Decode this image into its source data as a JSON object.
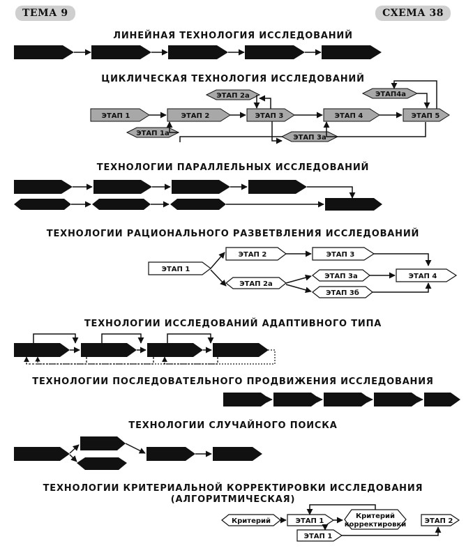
{
  "header": {
    "left": "ТЕМА 9",
    "right": "СХЕМА 38"
  },
  "sections": {
    "linear": {
      "title": "ЛИНЕЙНАЯ ТЕХНОЛОГИЯ ИССЛЕДОВАНИЙ"
    },
    "cyclic": {
      "title": "ЦИКЛИЧЕСКАЯ ТЕХНОЛОГИЯ ИССЛЕДОВАНИЙ",
      "stages": {
        "s1": "ЭТАП 1",
        "s2": "ЭТАП 2",
        "s3": "ЭТАП 3",
        "s4": "ЭТАП 4",
        "s5": "ЭТАП 5",
        "s1a": "ЭТАП 1а",
        "s2a": "ЭТАП 2а",
        "s3a": "ЭТАП 3а",
        "s4a": "ЭТАП4а"
      }
    },
    "parallel": {
      "title": "ТЕХНОЛОГИИ ПАРАЛЛЕЛЬНЫХ ИССЛЕДОВАНИЙ"
    },
    "rational": {
      "title": "ТЕХНОЛОГИИ РАЦИОНАЛЬНОГО РАЗВЕТВЛЕНИЯ ИССЛЕДОВАНИЙ",
      "stages": {
        "s1": "ЭТАП 1",
        "s2": "ЭТАП 2",
        "s2a": "ЭТАП 2а",
        "s3": "ЭТАП 3",
        "s3a": "ЭТАП 3а",
        "s3b": "ЭТАП 3б",
        "s4": "ЭТАП 4"
      }
    },
    "adaptive": {
      "title": "ТЕХНОЛОГИИ ИССЛЕДОВАНИЙ АДАПТИВНОГО ТИПА"
    },
    "sequential": {
      "title": "ТЕХНОЛОГИИ ПОСЛЕДОВАТЕЛЬНОГО ПРОДВИЖЕНИЯ ИССЛЕДОВАНИЯ"
    },
    "random": {
      "title": "ТЕХНОЛОГИИ СЛУЧАЙНОГО ПОИСКА"
    },
    "criterial": {
      "title": "ТЕХНОЛОГИИ КРИТЕРИАЛЬНОЙ КОРРЕКТИРОВКИ ИССЛЕДОВАНИЯ",
      "subtitle": "(АЛГОРИТМИЧЕСКАЯ)",
      "criterion": "Критерий",
      "stage1": "ЭТАП 1",
      "stage1b": "ЭТАП 1",
      "correction_line1": "Критерий",
      "correction_line2": "корректировки",
      "stage2": "ЭТАП 2"
    }
  },
  "colors": {
    "black_fill": "#111111",
    "gray_fill": "#a8a8a8",
    "white_fill": "#ffffff",
    "line": "#111111"
  }
}
